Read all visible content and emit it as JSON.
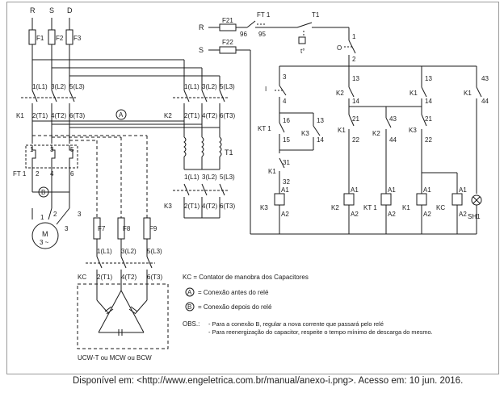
{
  "power": {
    "phases": [
      "R",
      "S",
      "D"
    ],
    "fuses": [
      "F1",
      "F2",
      "F3"
    ],
    "k1_terms_top": [
      "1(L1)",
      "3(L2)",
      "5(L3)"
    ],
    "k1_label": "K1",
    "k1_terms_bottom": [
      "2(T1)",
      "4(T2)",
      "6(T3)"
    ],
    "ft1_terms_top": [
      "1",
      "3",
      "5"
    ],
    "ft1_terms_bottom": [
      "2",
      "4",
      "6"
    ],
    "ft1_label": "FT 1",
    "k2_label": "K2",
    "k2_terms_top": [
      "1(L1)",
      "3(L2)",
      "5(L3)"
    ],
    "k2_terms_bottom": [
      "2(T1)",
      "4(T2)",
      "6(T3)"
    ],
    "t1_label": "T1",
    "k3_label": "K3",
    "k3_terms_top": [
      "1(L1)",
      "3(L2)",
      "5(L3)"
    ],
    "k3_terms_bottom": [
      "2(T1)",
      "4(T2)",
      "6(T3)"
    ],
    "node_a": "A",
    "node_b": "B",
    "motor_label": "M",
    "motor_sub": "3 ~",
    "motor_terms": [
      "1",
      "2",
      "3"
    ],
    "motor_side_terms": [
      "3"
    ],
    "cap_fuses": [
      "F7",
      "F8",
      "F9"
    ],
    "kc_label": "KC",
    "kc_terms_top": [
      "1(L1)",
      "3(L2)",
      "5(L3)"
    ],
    "kc_terms_bottom": [
      "2(T1)",
      "4(T2)",
      "6(T3)"
    ],
    "capacitor_caption": "UCW-T ou MCW ou BCW"
  },
  "control": {
    "r_label": "R",
    "s_label": "S",
    "f21": "F21",
    "f22": "F22",
    "f21_terms": [
      "96",
      "95"
    ],
    "ft1_label": "FT 1",
    "t1_label": "T1",
    "t_switch": "t°",
    "o_label": "O",
    "o_terms": [
      "1",
      "2"
    ],
    "i_label": "I",
    "i_terms": [
      "3",
      "4"
    ],
    "kt1_label": "KT 1",
    "kt1_terms": [
      "16",
      "15"
    ],
    "k3_label": "K3",
    "k3_terms": [
      "13",
      "14"
    ],
    "k1_label": "K1",
    "k1_terms": [
      "31",
      "32"
    ],
    "col2_k2_label": "K2",
    "col2_k2_terms": [
      "13",
      "14"
    ],
    "col2_k1_label": "K1",
    "col2_k1_terms": [
      "21",
      "22"
    ],
    "col3_k2_label": "K2",
    "col3_k2_terms": [
      "43",
      "44"
    ],
    "col4_k1_label": "K1",
    "col4_k1_terms": [
      "13",
      "14"
    ],
    "col4_k3_label": "K3",
    "col4_k3_terms": [
      "21",
      "22"
    ],
    "col5_k1_label": "K1",
    "col5_k1_terms": [
      "43",
      "44"
    ],
    "coils": [
      {
        "label": "K3",
        "a1": "A1",
        "a2": "A2"
      },
      {
        "label": "K2",
        "a1": "A1",
        "a2": "A2"
      },
      {
        "label": "KT 1",
        "a1": "A1",
        "a2": "A2"
      },
      {
        "label": "K1",
        "a1": "A1",
        "a2": "A2"
      },
      {
        "label": "KC",
        "a1": "A1",
        "a2": "A2"
      }
    ],
    "lamp_label": "SH1"
  },
  "legend": {
    "kc_text": "KC = Contator de manobra dos Capacitores",
    "a_symbol": "A",
    "a_text": "= Conexão antes do relé",
    "b_symbol": "B",
    "b_text": "= Conexão depois do relé",
    "obs_label": "OBS.:",
    "obs_lines": [
      "- Para a conexão B, regular a nova corrente que passará pelo relé",
      "- Para reenergização do capacitor, respeite o tempo mínimo de descarga do mesmo."
    ]
  },
  "caption": "Disponível em: <http://www.engeletrica.com.br/manual/anexo-i.png>. Acesso em: 10 jun. 2016."
}
